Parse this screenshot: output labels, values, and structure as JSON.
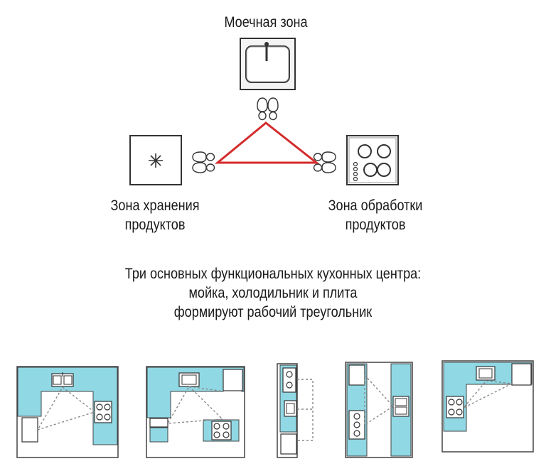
{
  "zones": {
    "washing": {
      "label": "Моечная зона"
    },
    "storage": {
      "label_line1": "Зона хранения",
      "label_line2": "продуктов"
    },
    "processing": {
      "label_line1": "Зона обработки",
      "label_line2": "продуктов"
    }
  },
  "caption": {
    "line1": "Три основных функциональных кухонных центра:",
    "line2": "мойка, холодильник и плита",
    "line3": "формируют рабочий треугольник"
  },
  "colors": {
    "triangle": "#d42b2b",
    "counter": "#8fd8e4",
    "outline": "#333333"
  },
  "layouts": [
    "u-shape",
    "l-shape-with-island",
    "single-wall",
    "galley",
    "l-shape"
  ]
}
